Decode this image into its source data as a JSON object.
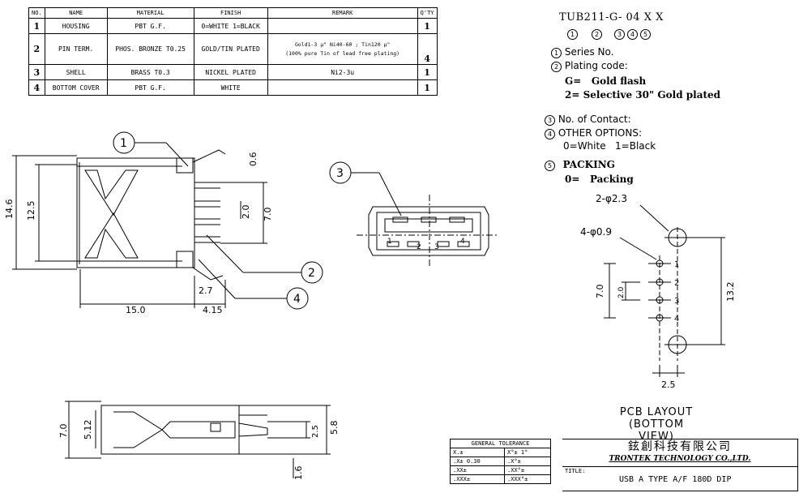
{
  "bom": {
    "headers": [
      "NO.",
      "NAME",
      "MATERIAL",
      "FINISH",
      "REMARK",
      "Q'TY"
    ],
    "rows": [
      {
        "no": "1",
        "name": "HOUSING",
        "material": "PBT G.F.",
        "finish": "0=WHITE 1=BLACK",
        "remark": "",
        "qty": "1"
      },
      {
        "no": "2",
        "name": "PIN TERM.",
        "material": "PHOS. BRONZE T0.25",
        "finish": "GOLD/TIN PLATED",
        "remark_line1": "Gold1-3 μ\" Ni40-60  ; Tin120  μ\"",
        "remark_line2": "(100% pure Tin of lead free plating)",
        "qty": "4"
      },
      {
        "no": "3",
        "name": "SHELL",
        "material": "BRASS T0.3",
        "finish": "NICKEL PLATED",
        "remark": "Ni2-3u",
        "qty": "1"
      },
      {
        "no": "4",
        "name": "BOTTOM COVER",
        "material": "PBT G.F.",
        "finish": "WHITE",
        "remark": "",
        "qty": "1"
      }
    ]
  },
  "part_number": {
    "text": "TUB211-G- 04 X  X",
    "markers": [
      "1",
      "2",
      "3",
      "4",
      "5"
    ]
  },
  "notes": {
    "n1_num": "1",
    "n1": "Series No.",
    "n2_num": "2",
    "n2": "Plating code:",
    "g_opt": "G=   Gold flash",
    "two_opt": "2= Selective 30\" Gold plated",
    "n3_num": "3",
    "n3": "No. of Contact:",
    "n4_num": "4",
    "n4": "OTHER OPTIONS:",
    "n4_sub": "0=White   1=Black",
    "n5_num": "5",
    "n5": "PACKING",
    "zero_opt": "0=   Packing"
  },
  "side_view": {
    "dims": {
      "d06": "0.6",
      "d146": "14.6",
      "d125": "12.5",
      "d20": "2.0",
      "d70": "7.0",
      "d27": "2.7",
      "d150": "15.0",
      "d415": "4.15"
    },
    "callouts": {
      "c1": "1",
      "c2": "2",
      "c4": "4"
    }
  },
  "front_view": {
    "callout": "3",
    "pins": [
      "1",
      "2",
      "3",
      "4"
    ]
  },
  "pcb": {
    "big_hole": "2-φ2.3",
    "small_hole": "4-φ0.9",
    "pins": [
      "1",
      "2",
      "3",
      "4"
    ],
    "dims": {
      "d70": "7.0",
      "d20": "2.0",
      "d132": "13.2",
      "d25": "2.5"
    },
    "title_line1": "PCB LAYOUT",
    "title_line2": "(BOTTOM VIEW)"
  },
  "bottom_view": {
    "dims": {
      "d70": "7.0",
      "d512": "5.12",
      "d25": "2.5",
      "d58": "5.8",
      "d16": "1.6"
    }
  },
  "title_block": {
    "tol_header": "GENERAL TOLERANCE",
    "tol_rows": [
      [
        "X.±",
        "X°± 1°"
      ],
      [
        ".X± 0.30",
        ".X°±"
      ],
      [
        ".XX±",
        ".XX°±"
      ],
      [
        ".XXX±",
        ".XXX°±"
      ]
    ],
    "company_cn": "鉉創科技有限公司",
    "company_en": "TRONTEK TECHNOLOGY CO.,LTD.",
    "title_label": "TITLE:",
    "title": "USB A TYPE A/F 180D DIP"
  }
}
